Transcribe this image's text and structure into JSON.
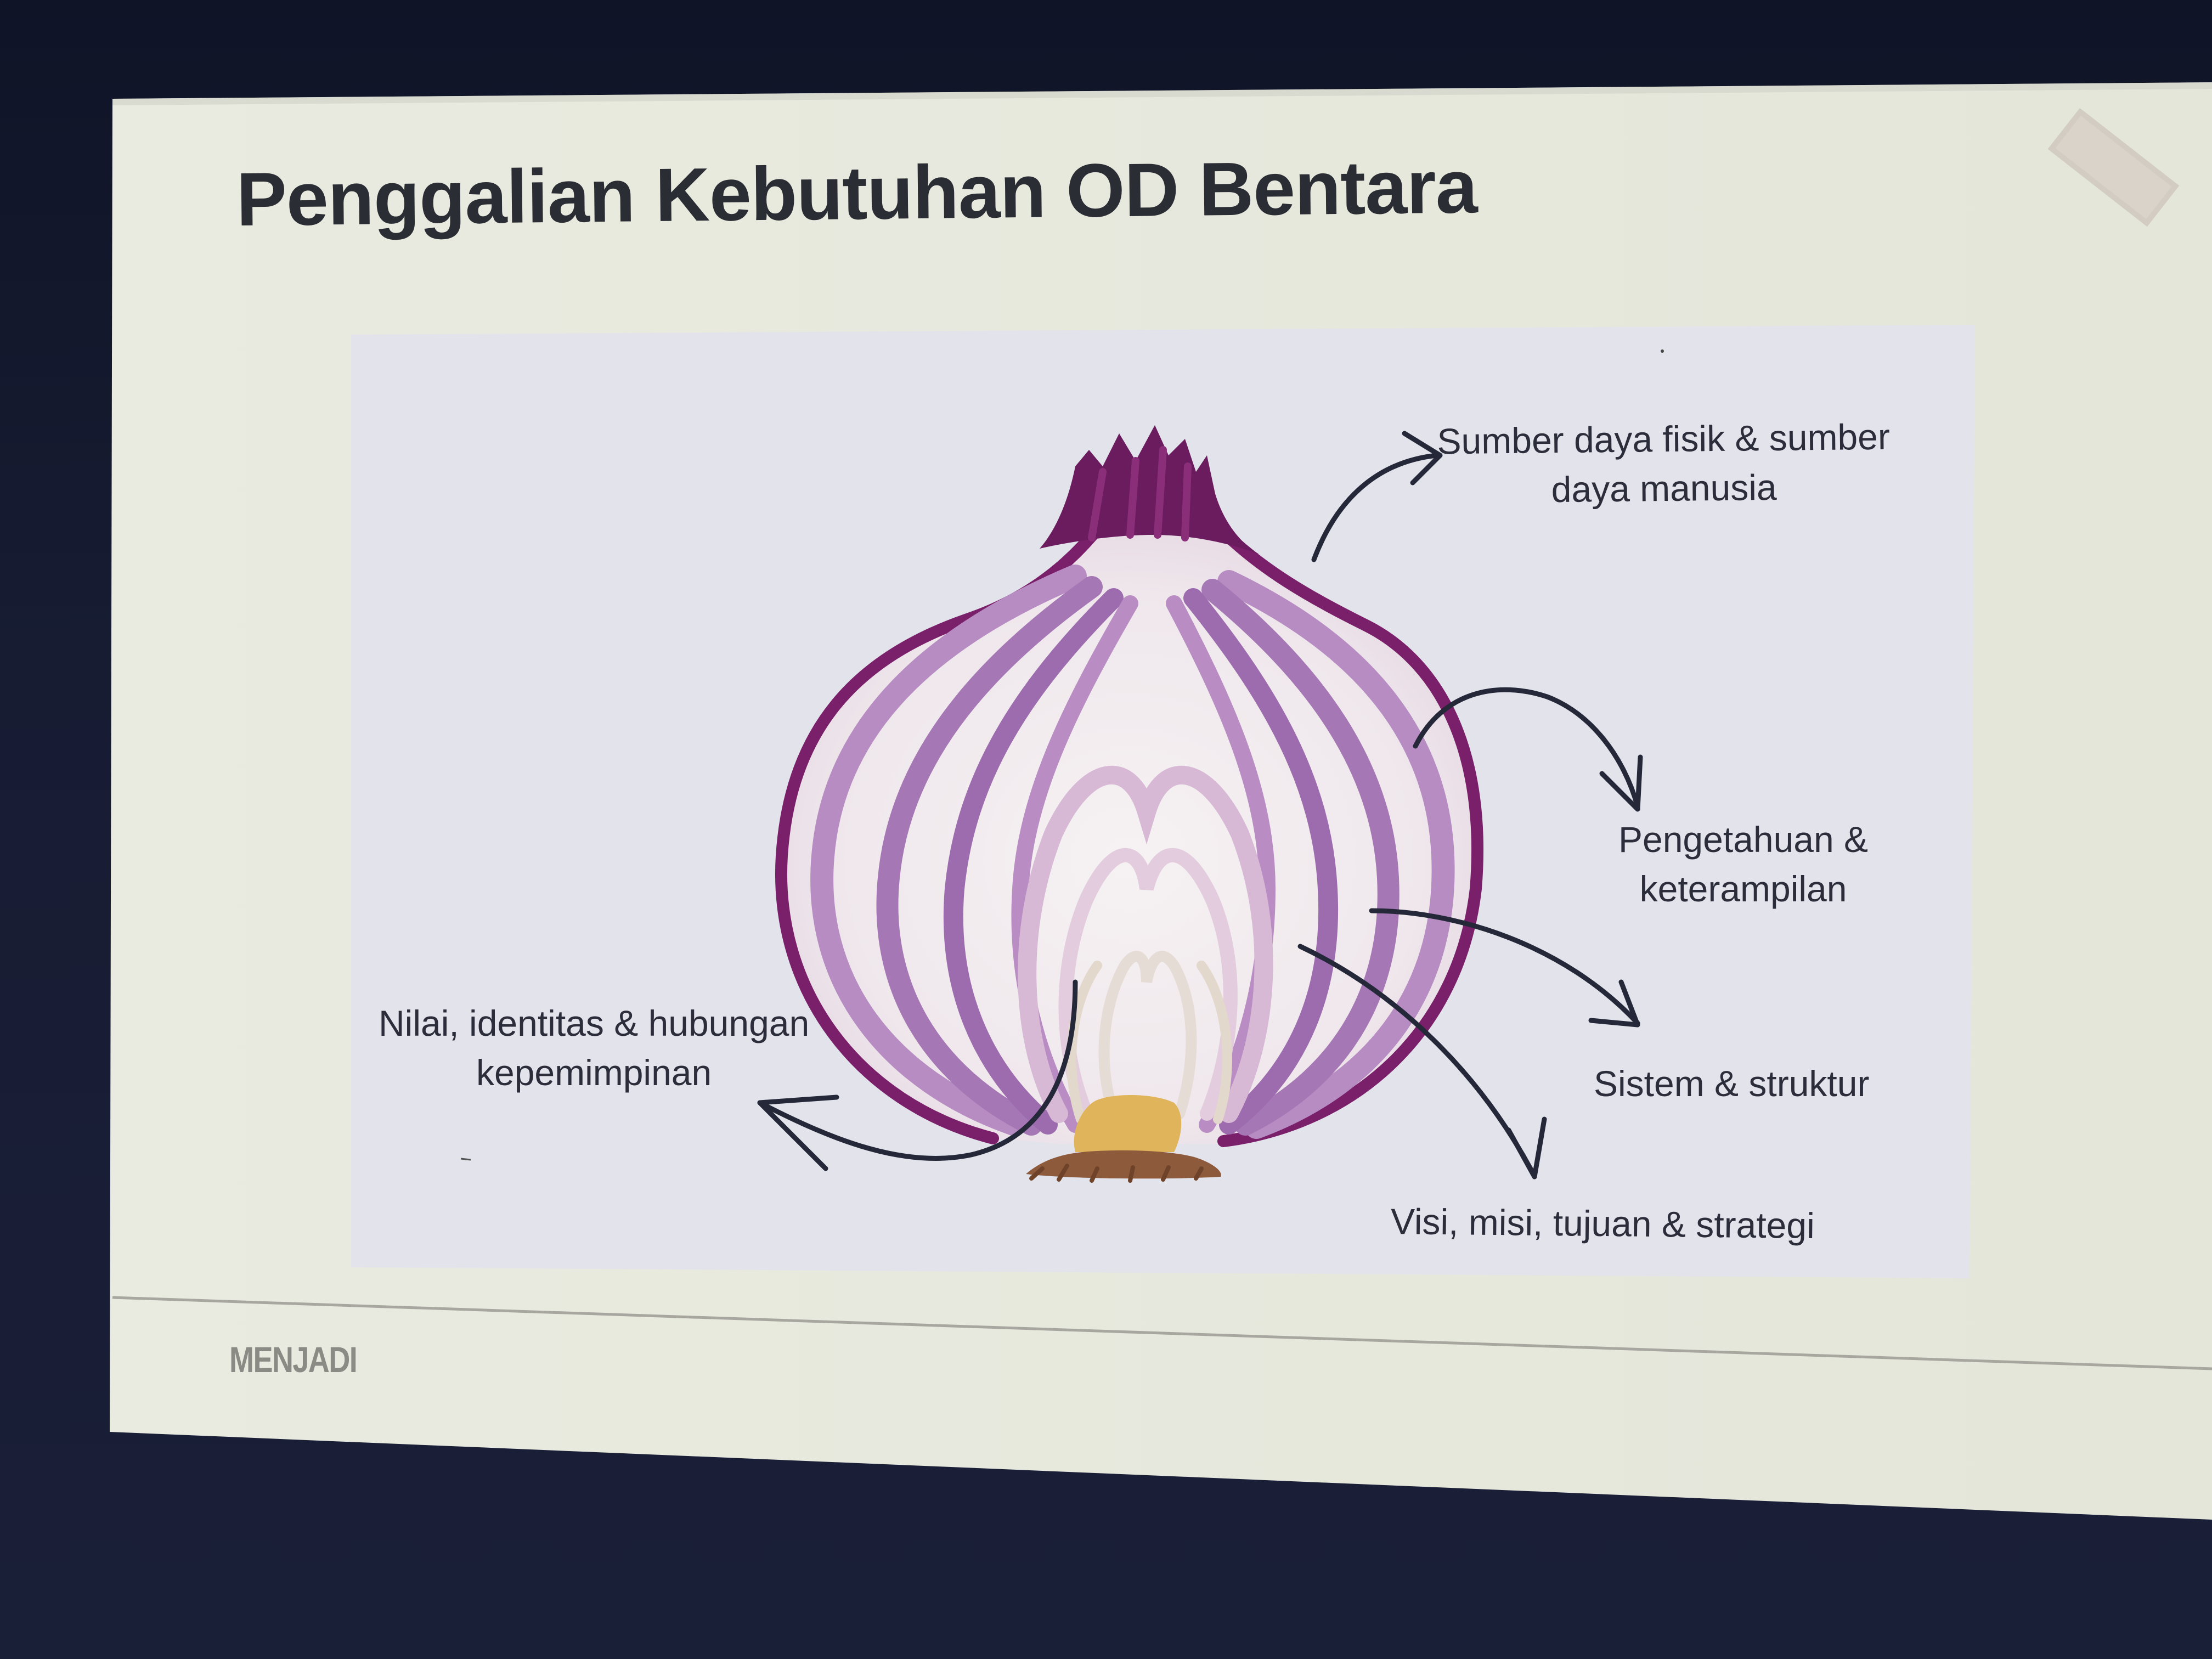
{
  "slide": {
    "title": "Penggalian Kebutuhan OD Bentara",
    "footer_brand": "MENJADI"
  },
  "diagram": {
    "labels": {
      "physical_human_resources": [
        "Sumber daya fisik  & sumber",
        "daya manusia"
      ],
      "knowledge_skills": [
        "Pengetahuan &",
        "keterampilan"
      ],
      "systems_structure": [
        "Sistem & struktur"
      ],
      "vision_mission": [
        "Visi, misi, tujuan & strategi"
      ],
      "values_identity": [
        "Nilai, identitas & hubungan",
        "kepemimpinan"
      ]
    }
  },
  "colors": {
    "slide_background": "#ebece2",
    "image_panel": "#e2e2ea",
    "onion_outline": "#7a1f6a",
    "onion_stripe": "#a677b5",
    "onion_inner_stripe": "#d7b9d6",
    "onion_flesh": "#f1ecef",
    "onion_root": "#e0b45a",
    "arrow": "#242838"
  }
}
